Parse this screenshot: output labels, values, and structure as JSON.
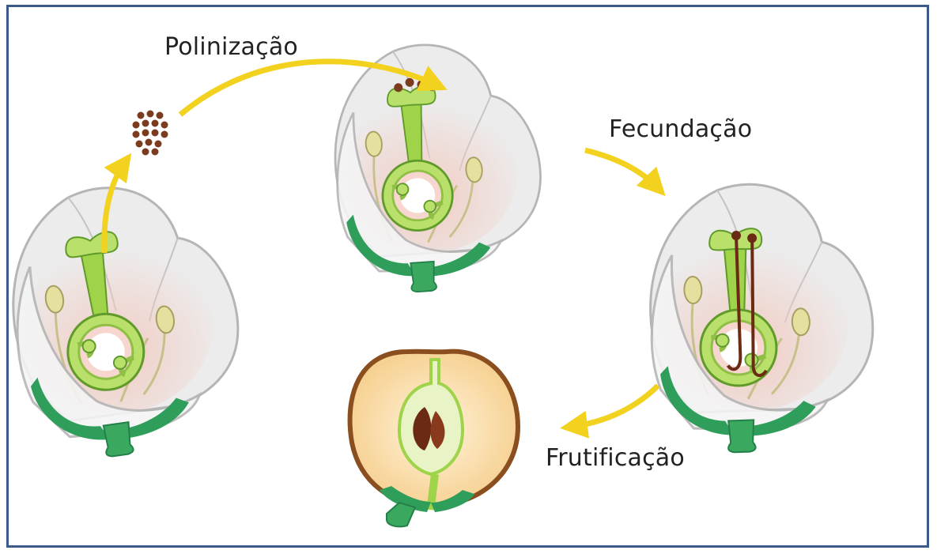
{
  "labels": {
    "pollination": "Polinização",
    "fertilization": "Fecundação",
    "fruiting": "Frutificação"
  },
  "colors": {
    "border": "#3a5a8c",
    "arrow": "#f2d21f",
    "petal": "#eeeeee",
    "petal_edge": "#b5b5b5",
    "petal_blush": "#f2c9bf",
    "pistil": "#9fd34a",
    "pistil_dark": "#5f9a2a",
    "sepal": "#2f9e5a",
    "stamen": "#e6e0a0",
    "pollen": "#7a3b1e",
    "fruit_skin": "#8b4f1f",
    "fruit_flesh": "#fbe0ad",
    "seed": "#6b2a14"
  }
}
